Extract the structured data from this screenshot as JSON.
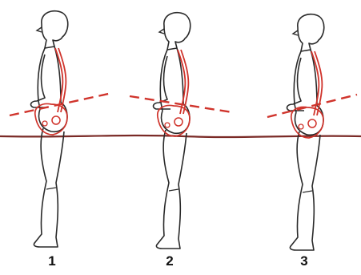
{
  "figures": [
    {
      "label": "1"
    },
    {
      "label": "2"
    },
    {
      "label": "3"
    }
  ],
  "colors": {
    "outline": "#2a2a2a",
    "anatomy": "#d0342c",
    "horizon": "#7a2a26",
    "background": "#ffffff"
  }
}
